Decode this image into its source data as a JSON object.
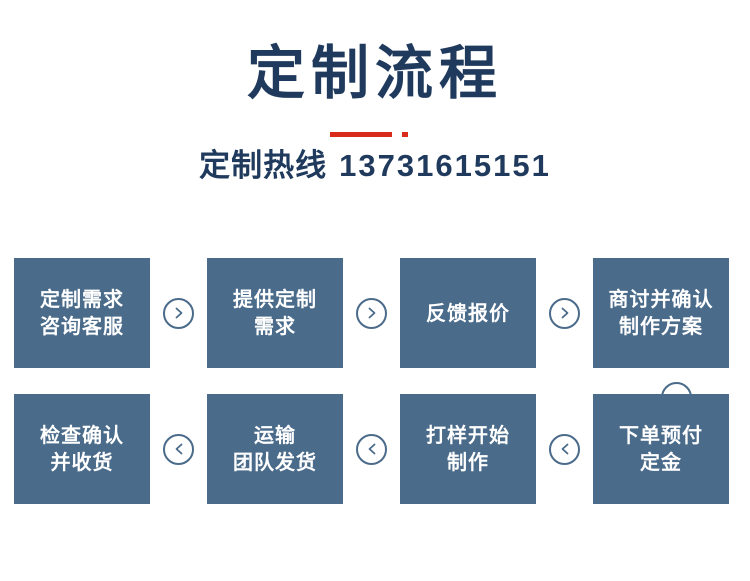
{
  "header": {
    "title": "定制流程",
    "divider_color": "#d92b1c",
    "hotline_label": "定制热线",
    "hotline_number": "13731615151"
  },
  "theme": {
    "box_color": "#4a6b8a",
    "text_color": "#1f3a5c",
    "accent_color": "#d92b1c"
  },
  "flow": {
    "row1": [
      {
        "lines": [
          "定制需求",
          "咨询客服"
        ]
      },
      {
        "lines": [
          "提供定制",
          "需求"
        ]
      },
      {
        "lines": [
          "反馈报价"
        ]
      },
      {
        "lines": [
          "商讨并确认",
          "制作方案"
        ]
      }
    ],
    "row2": [
      {
        "lines": [
          "检查确认",
          "并收货"
        ]
      },
      {
        "lines": [
          "运输",
          "团队发货"
        ]
      },
      {
        "lines": [
          "打样开始",
          "制作"
        ]
      },
      {
        "lines": [
          "下单预付",
          "定金"
        ]
      }
    ],
    "arrows": {
      "right": "arrow-right-icon",
      "left": "arrow-left-icon",
      "down": "arrow-down-icon"
    }
  }
}
